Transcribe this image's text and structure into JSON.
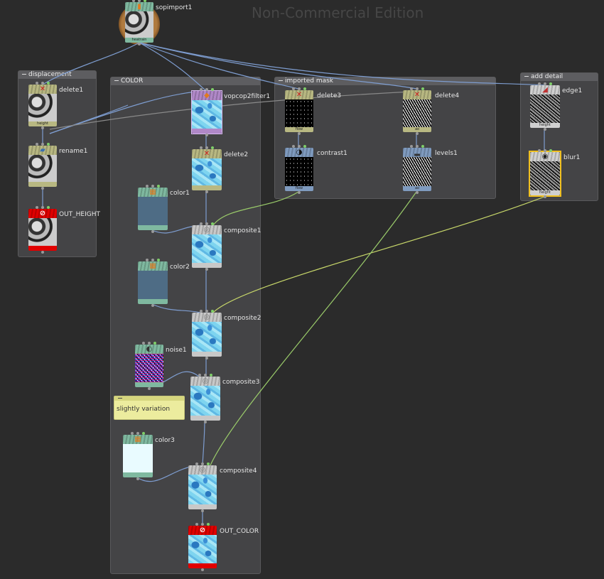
{
  "watermark": "Non-Commercial Edition",
  "network_boxes": [
    {
      "id": "displacement",
      "title": "displacement"
    },
    {
      "id": "color",
      "title": "COLOR"
    },
    {
      "id": "imported_mask",
      "title": "imported mask"
    },
    {
      "id": "add_detail",
      "title": "add detail"
    }
  ],
  "nodes": {
    "sopimport1": {
      "name": "sopimport1",
      "flag": "heatrain",
      "type": "import"
    },
    "delete1": {
      "name": "delete1",
      "flag": "height",
      "type": "delete"
    },
    "rename1": {
      "name": "rename1",
      "flag": "",
      "type": "rename"
    },
    "out_height": {
      "name": "OUT_HEIGHT",
      "flag": "",
      "type": "output"
    },
    "vopcop2filter1": {
      "name": "vopcop2filter1",
      "flag": "",
      "type": "vop"
    },
    "delete2": {
      "name": "delete2",
      "flag": "",
      "type": "delete"
    },
    "color1": {
      "name": "color1",
      "flag": "",
      "type": "color"
    },
    "composite1": {
      "name": "composite1",
      "flag": "",
      "type": "composite"
    },
    "color2": {
      "name": "color2",
      "flag": "",
      "type": "color"
    },
    "composite2": {
      "name": "composite2",
      "flag": "",
      "type": "composite"
    },
    "noise1": {
      "name": "noise1",
      "flag": "",
      "type": "noise"
    },
    "composite3": {
      "name": "composite3",
      "flag": "",
      "type": "composite"
    },
    "color3": {
      "name": "color3",
      "flag": "",
      "type": "color"
    },
    "composite4": {
      "name": "composite4",
      "flag": "",
      "type": "composite"
    },
    "out_color": {
      "name": "OUT_COLOR",
      "flag": "",
      "type": "output"
    },
    "delete3": {
      "name": "delete3",
      "flag": "flow",
      "type": "delete"
    },
    "contrast1": {
      "name": "contrast1",
      "flag": "flow",
      "type": "contrast"
    },
    "delete4": {
      "name": "delete4",
      "flag": "ao",
      "type": "delete"
    },
    "levels1": {
      "name": "levels1",
      "flag": "ao",
      "type": "levels"
    },
    "edge1": {
      "name": "edge1",
      "flag": "height",
      "type": "edge"
    },
    "blur1": {
      "name": "blur1",
      "flag": "height",
      "type": "blur"
    }
  },
  "sticky_note": {
    "text": "slightly variation"
  },
  "icons": {
    "delete": "red-x-icon",
    "rename": "rename-icon",
    "output": "output-icon",
    "color": "color-swatch-icon",
    "composite": "composite-icon",
    "noise": "noise-icon",
    "contrast": "contrast-icon",
    "levels": "levels-icon",
    "edge": "edge-icon",
    "blur": "blur-icon",
    "vop": "vop-icon",
    "import": "import-icon"
  },
  "colors": {
    "background": "#2b2b2b",
    "box": "#444446",
    "delete_header": "#b8b882",
    "color_header": "#7fb9a0",
    "composite_header": "#c8c8c8",
    "output_header": "#e00000",
    "vop_header": "#b088c8",
    "mask_header": "#7f9bbf",
    "selected_outline": "#f0c020",
    "wire_blue": "#7e9dd0",
    "wire_green": "#9acb6a",
    "wire_yellow": "#c8d86a",
    "wire_gray": "#8a8a8a"
  }
}
